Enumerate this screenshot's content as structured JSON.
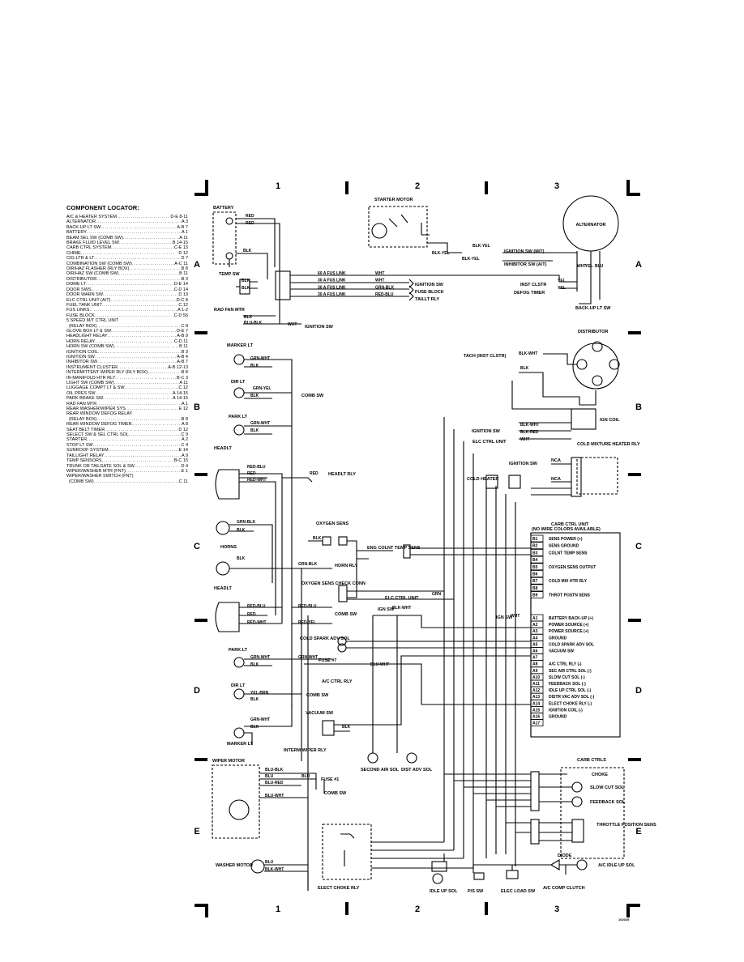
{
  "grid": {
    "columns": [
      "1",
      "2",
      "3"
    ],
    "rows": [
      "A",
      "B",
      "C",
      "D",
      "E"
    ]
  },
  "locator": {
    "title": "COMPONENT LOCATOR:",
    "items": [
      {
        "n": "A/C & HEATER SYSTEM",
        "p": "D-E 8-11"
      },
      {
        "n": "ALTERNATOR",
        "p": "A 3"
      },
      {
        "n": "BACK-UP LT SW",
        "p": "A-B 7"
      },
      {
        "n": "BATTERY",
        "p": "A 1"
      },
      {
        "n": "BEAM SEL SW (COMB SW)",
        "p": "A 11"
      },
      {
        "n": "BRAKE FLUID LEVEL SW",
        "p": "B 14-15"
      },
      {
        "n": "CARB CTRL SYSTEM",
        "p": "C-E 13"
      },
      {
        "n": "CHIME",
        "p": "D 12"
      },
      {
        "n": "CIG-LTR & LT",
        "p": "D 7"
      },
      {
        "n": "COMBINATION SW (COMB SW)",
        "p": "A-C 11"
      },
      {
        "n": "DIR/HAZ FLASHER (RLY BOX)",
        "p": "B 8"
      },
      {
        "n": "DIR/HAZ SW (COMB SW)",
        "p": "B 11"
      },
      {
        "n": "DISTRIBUTOR",
        "p": "B 3"
      },
      {
        "n": "DOME LT",
        "p": "D-E 14"
      },
      {
        "n": "DOOR SWS",
        "p": "C-D 14"
      },
      {
        "n": "DOOR WARN SW",
        "p": "D 13"
      },
      {
        "n": "ELC CTRL UNIT (A/T)",
        "p": "D-C 8"
      },
      {
        "n": "FUEL TANK UNIT",
        "p": "C 12"
      },
      {
        "n": "FUS LINKS",
        "p": "A 1-2"
      },
      {
        "n": "FUSE BLOCK",
        "p": "C-D 56"
      },
      {
        "n": "5 SPEED M/T CTRL UNIT",
        "p": ""
      },
      {
        "n": "  (RELAY BOX)",
        "p": "C 8"
      },
      {
        "n": "GLOVE BOX LT & SW",
        "p": "D-E 7"
      },
      {
        "n": "HEADLIGHT RELAY",
        "p": "A-B 9"
      },
      {
        "n": "HORN RELAY",
        "p": "C-D 11"
      },
      {
        "n": "HORN SW (COMB SW)",
        "p": "B 11"
      },
      {
        "n": "IGNITION COIL",
        "p": "B 3"
      },
      {
        "n": "IGNITION SW",
        "p": "A-B 4"
      },
      {
        "n": "INHIBITOR SW",
        "p": "A-B 7"
      },
      {
        "n": "INSTRUMENT CLUSTER",
        "p": "A-B 12-13"
      },
      {
        "n": "INTERMITTENT WIPER RLY (RLY BOX)",
        "p": "B 8"
      },
      {
        "n": "IN-MANIFOLD HTR RLY",
        "p": "B-C 3"
      },
      {
        "n": "LIGHT SW (COMB SW)",
        "p": "A 11"
      },
      {
        "n": "LUGGAGE COMPT LT & SW",
        "p": "C 12"
      },
      {
        "n": "OIL PRES SW",
        "p": "A 14-15"
      },
      {
        "n": "PARK BRAKE SW",
        "p": "A 14-15"
      },
      {
        "n": "RAD FAN MTR",
        "p": "A 1"
      },
      {
        "n": "REAR WASHER/WIPER SYS",
        "p": "E 12"
      },
      {
        "n": "REAR WINDOW DEFOG RELAY",
        "p": ""
      },
      {
        "n": "  (RELAY BOX)",
        "p": "B 8"
      },
      {
        "n": "REAR WINDOW DEFOG TIMER",
        "p": "A 8"
      },
      {
        "n": "SEAT BELT TIMER",
        "p": "D 12"
      },
      {
        "n": "SELECT SW & SEL CTRL SOL",
        "p": "C 9"
      },
      {
        "n": "STARTER",
        "p": "A 2"
      },
      {
        "n": "STOP LT SW",
        "p": "C 4"
      },
      {
        "n": "SUNROOF SYSTEM",
        "p": "E 14"
      },
      {
        "n": "TAILLIGHT RELAY",
        "p": "A 9"
      },
      {
        "n": "TEMP SENSORS",
        "p": "B-C 15"
      },
      {
        "n": "TRUNK OR TAILGATE SOL & SW",
        "p": "D 4"
      },
      {
        "n": "WIPER/WASHER MTR (FNT)",
        "p": "E 1"
      },
      {
        "n": "WIPER/WASHER SWITCH (FNT)",
        "p": ""
      },
      {
        "n": "  (COMB SW)",
        "p": "C 11"
      }
    ]
  },
  "labels": {
    "battery": "BATTERY",
    "starter_motor": "STARTER MOTOR",
    "alternator": "ALTERNATOR",
    "temp_sw": "TEMP SW",
    "rad_fan_mtr": "RAD FAN MTR",
    "marker_lt": "MARKER LT",
    "dir_lt": "DIR LT",
    "park_lt": "PARK LT",
    "headlt": "HEADLT",
    "horns": "HORNS",
    "wiper_motor": "WIPER MOTOR",
    "washer_motor": "WASHER MOTOR",
    "interm_wiper_rly": "INTERM WIPER RLY",
    "elect_choke_rly": "ELECT CHOKE RLY",
    "distributor": "DISTRIBUTOR",
    "ign_coil": "IGN COIL",
    "cold_mixture_heater_rly": "COLD MIXTURE HEATER RLY",
    "cold_heater": "COLD HEATER",
    "carb_ctrl_unit": "CARB CTRL UNIT",
    "no_wire_colors": "(NO WIRE COLORS AVAILABLE)",
    "carb_ctrls": "CARB CTRLS",
    "oxygen_sens": "OXYGEN SENS",
    "oxygen_sens_check_conn": "OXYGEN SENS CHECK CONN",
    "eng_colnt_temp_sens": "ENG COLNT TEMP SENS",
    "elc_ctrl_unit": "ELC CTRL UNIT",
    "horn_rly": "HORN RLY",
    "comb_sw": "COMB SW",
    "cold_spark_adv_sol": "COLD SPARK ADV SOL",
    "fuse_7": "FUSE #7",
    "fuse_1": "FUSE #1",
    "ac_ctrl_rly": "A/C CTRL RLY",
    "vacuum_sw": "VACUUM SW",
    "second_air_sol": "SECOND AIR SOL",
    "dist_adv_sol": "DIST ADV SOL",
    "idle_up_sol": "IDLE UP SOL",
    "ps_sw": "P/S SW",
    "elec_load_sw": "ELEC LOAD SW",
    "diode": "DIODE",
    "ac_comp_clutch": "A/C COMP CLUTCH",
    "ac_idle_up_sol": "A/C IDLE UP SOL",
    "choke": "CHOKE",
    "slow_cut_sol": "SLOW CUT SOL",
    "feedback_sol": "FEEDBACK SOL",
    "throttle_position_sens": "THROTTLE POSITION SENS",
    "ignition_sw_mt": "IGNITION SW (M/T)",
    "inhibitor_sw_at": "INHIBITOR SW (A/T)",
    "inst_clstr": "INST CLSTR",
    "defog_timer": "DEFOG TIMER",
    "back_up_lt_sw": "BACK-UP LT SW",
    "tach_inst_clstr": "TACH (INST CLSTR)",
    "ignition_sw": "IGNITION SW",
    "fuse_block": "FUSE BLOCK",
    "taillt_rly": "TAILLT RLY",
    "headlt_rly": "HEADLT RLY",
    "ign_sw_short": "IGN SW",
    "nca": "NCA",
    "figure_id": "102025"
  },
  "fusible_links": [
    {
      "label": "60 A FUS LINK",
      "wire": "WHT"
    },
    {
      "label": "30 A FUS LINK",
      "wire": "WHT"
    },
    {
      "label": "30 A FUS LINK",
      "wire": "GRN-BLK"
    },
    {
      "label": "30 A FUS LINK",
      "wire": "RED-BLU"
    }
  ],
  "carb_unit_pins": [
    {
      "pin": "B1",
      "name": "SENS POWER (+)"
    },
    {
      "pin": "B2",
      "name": "SENS GROUND"
    },
    {
      "pin": "B3",
      "name": "COLNT TEMP SENS"
    },
    {
      "pin": "B4",
      "name": ""
    },
    {
      "pin": "B5",
      "name": "OXYGEN SENS OUTPUT"
    },
    {
      "pin": "B6",
      "name": ""
    },
    {
      "pin": "B7",
      "name": "COLD MIX HTR RLY"
    },
    {
      "pin": "B8",
      "name": ""
    },
    {
      "pin": "B9",
      "name": "THROT POSTN SENS"
    },
    {
      "pin": "A1",
      "name": "BATTERY BACK-UP (+)"
    },
    {
      "pin": "A2",
      "name": "POWER SOURCE (+)"
    },
    {
      "pin": "A3",
      "name": "POWER SOURCE (+)"
    },
    {
      "pin": "A4",
      "name": "GROUND"
    },
    {
      "pin": "A5",
      "name": "COLD SPARK ADV SOL"
    },
    {
      "pin": "A6",
      "name": "VACUUM SW"
    },
    {
      "pin": "A7",
      "name": ""
    },
    {
      "pin": "A8",
      "name": "A/C CTRL RLY (-)"
    },
    {
      "pin": "A9",
      "name": "SEC AIR CTRL SOL (-)"
    },
    {
      "pin": "A10",
      "name": "SLOW CUT SOL (-)"
    },
    {
      "pin": "A11",
      "name": "FEEDBACK SOL (-)"
    },
    {
      "pin": "A12",
      "name": "IDLE UP CTRL SOL (-)"
    },
    {
      "pin": "A13",
      "name": "DISTR VAC ADV SOL (-)"
    },
    {
      "pin": "A14",
      "name": "ELECT CHOKE RLY (-)"
    },
    {
      "pin": "A15",
      "name": "IGNITION COIL (-)"
    },
    {
      "pin": "A16",
      "name": "GROUND"
    },
    {
      "pin": "A17",
      "name": ""
    }
  ],
  "wires": {
    "red": "RED",
    "blk": "BLK",
    "wht": "WHT",
    "yel": "YEL",
    "blu": "BLU",
    "grn": "GRN",
    "blk_yel": "BLK-YEL",
    "blk_wht": "BLK-WHT",
    "blk_red": "BLK-RED",
    "blu_blk": "BLU-BLK",
    "grn_wht": "GRN-WHT",
    "grn_yel": "GRN-YEL",
    "grn_blk": "GRN-BLK",
    "red_blu": "RED-BLU",
    "red_wht": "RED-WHT",
    "red_yel": "RED-YEL",
    "yel_brn": "YEL-BRN",
    "blu_red": "BLU-RED",
    "blu_wht": "BLU-WHT"
  }
}
